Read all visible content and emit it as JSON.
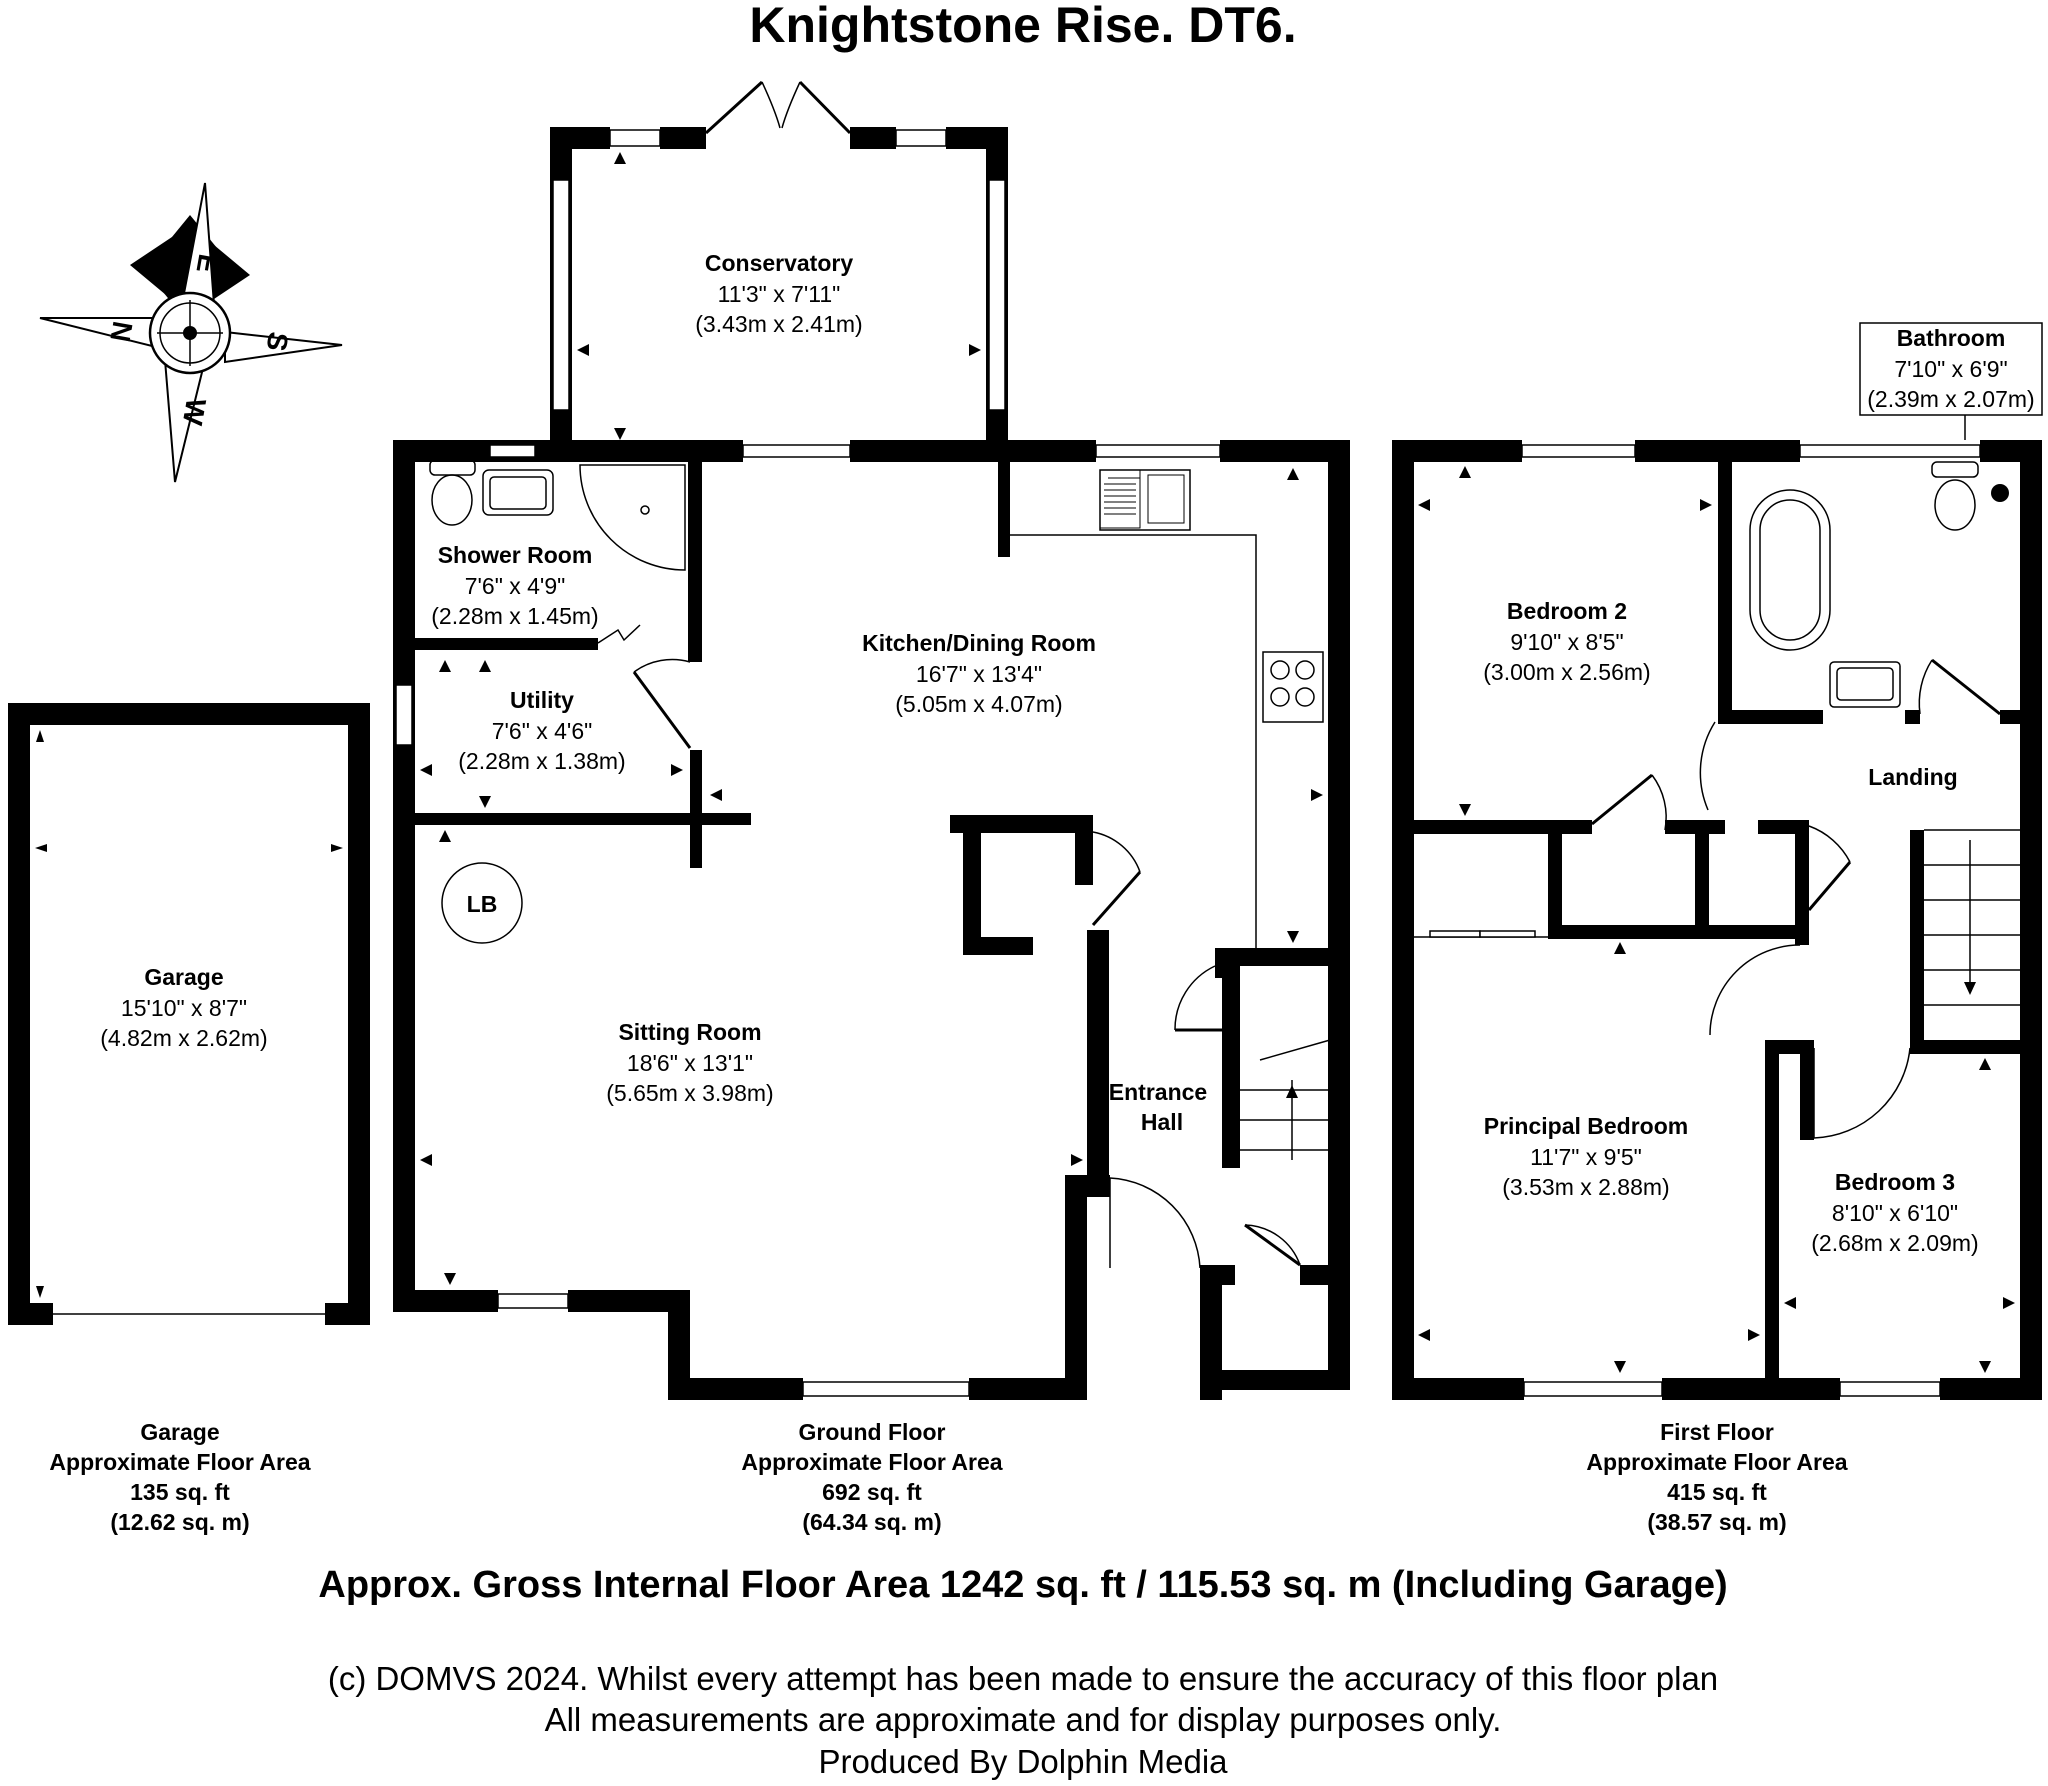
{
  "title": "Knightstone Rise. DT6.",
  "compass": {
    "n": "N",
    "e": "E",
    "s": "S",
    "w": "W"
  },
  "rooms": {
    "conservatory": {
      "name": "Conservatory",
      "imperial": "11'3\" x 7'11\"",
      "metric": "(3.43m x 2.41m)"
    },
    "shower_room": {
      "name": "Shower Room",
      "imperial": "7'6\" x 4'9\"",
      "metric": "(2.28m x 1.45m)"
    },
    "utility": {
      "name": "Utility",
      "imperial": "7'6\" x 4'6\"",
      "metric": "(2.28m x 1.38m)"
    },
    "kitchen_dining": {
      "name": "Kitchen/Dining Room",
      "imperial": "16'7\" x 13'4\"",
      "metric": "(5.05m x 4.07m)"
    },
    "sitting_room": {
      "name": "Sitting Room",
      "imperial": "18'6\" x 13'1\"",
      "metric": "(5.65m x 3.98m)"
    },
    "entrance_hall": {
      "name_line1": "Entrance",
      "name_line2": "Hall"
    },
    "garage": {
      "name": "Garage",
      "imperial": "15'10\" x 8'7\"",
      "metric": "(4.82m x 2.62m)"
    },
    "bathroom": {
      "name": "Bathroom",
      "imperial": "7'10\" x 6'9\"",
      "metric": "(2.39m x 2.07m)"
    },
    "bedroom_2": {
      "name": "Bedroom 2",
      "imperial": "9'10\" x 8'5\"",
      "metric": "(3.00m x 2.56m)"
    },
    "landing": {
      "name": "Landing"
    },
    "principal_bedroom": {
      "name": "Principal Bedroom",
      "imperial": "11'7\" x 9'5\"",
      "metric": "(3.53m x 2.88m)"
    },
    "bedroom_3": {
      "name": "Bedroom 3",
      "imperial": "8'10\" x 6'10\"",
      "metric": "(2.68m x 2.09m)"
    }
  },
  "lb_label": "LB",
  "floor_areas": {
    "garage": {
      "line1": "Garage",
      "line2": "Approximate Floor Area",
      "line3": "135 sq. ft",
      "line4": "(12.62 sq. m)"
    },
    "ground": {
      "line1": "Ground Floor",
      "line2": "Approximate Floor Area",
      "line3": "692 sq. ft",
      "line4": "(64.34 sq. m)"
    },
    "first": {
      "line1": "First Floor",
      "line2": "Approximate Floor Area",
      "line3": "415 sq. ft",
      "line4": "(38.57 sq. m)"
    }
  },
  "gross_area": "Approx. Gross Internal Floor Area 1242 sq. ft / 115.53 sq. m (Including Garage)",
  "footer": {
    "line1": "(c) DOMVS 2024. Whilst every attempt has been made to ensure the accuracy of this floor plan",
    "line2": "All measurements are approximate and for display purposes only.",
    "line3": "Produced By Dolphin Media"
  }
}
